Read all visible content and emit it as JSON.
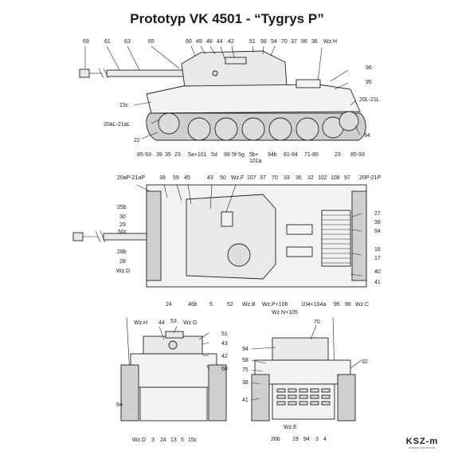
{
  "title": "Prototyp VK 4501 - “Tygrys P”",
  "logo": {
    "name": "KSZ-m",
    "tagline": "MODELE KARTONOWE"
  },
  "side_view": {
    "top_callouts": [
      "69",
      "61",
      "63",
      "65",
      "60",
      "49",
      "48",
      "44",
      "42",
      "51",
      "58",
      "54",
      "70",
      "37",
      "98",
      "36",
      "Wz.H"
    ],
    "left_callouts": [
      "23c",
      "20aL-21aL",
      "22"
    ],
    "right_callouts": [
      "96",
      "95",
      "20L-21L",
      "94"
    ],
    "bottom_callouts": [
      "85-93",
      "39",
      "35",
      "23",
      "5a+101",
      "5d",
      "99",
      "5f-5g",
      "5b+",
      "101a",
      "94b",
      "81-84",
      "71-80",
      "23",
      "85-93"
    ]
  },
  "top_view": {
    "top_callouts": [
      "20aP-21aP",
      "39",
      "59",
      "45",
      "43",
      "50",
      "Wz.F",
      "107",
      "37",
      "70",
      "33",
      "36",
      "32",
      "102",
      "108",
      "97",
      "20P-21P"
    ],
    "left_callouts": [
      "25b",
      "30",
      "29",
      "60c",
      "28b",
      "28",
      "Wz.D"
    ],
    "right_callouts": [
      "27",
      "38",
      "94",
      "16",
      "17",
      "40",
      "41"
    ],
    "bottom_callouts": [
      "24",
      "46b",
      "5",
      "52",
      "Wz.B",
      "Wz.P+106",
      "104+104a",
      "95",
      "96",
      "Wz.C"
    ],
    "bottom_line2": "Wz.N+105"
  },
  "front_view": {
    "top_callouts": [
      "Wz.H",
      "44",
      "53",
      "Wz.G"
    ],
    "right_callouts": [
      "51",
      "43",
      "42",
      "60"
    ],
    "left_callouts": [
      "94"
    ],
    "bottom_callouts": [
      "Wz.D",
      "3",
      "24",
      "13",
      "5",
      "15c"
    ]
  },
  "rear_view": {
    "top_callouts": [
      "70"
    ],
    "left_callouts": [
      "94",
      "58",
      "75",
      "38",
      "41"
    ],
    "right_callouts": [
      "32"
    ],
    "inner_callouts": [
      "Wz.E"
    ],
    "bottom_callouts": [
      "26b",
      "19",
      "94",
      "3",
      "4"
    ]
  }
}
